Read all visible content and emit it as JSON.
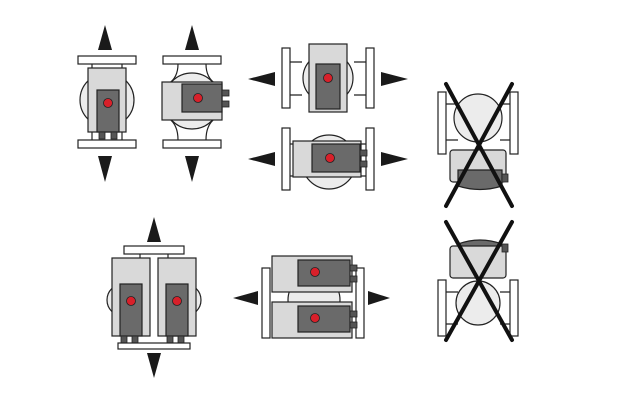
{
  "diagram": {
    "colors": {
      "motor": "#d9d9d9",
      "terminal_box": "#6a6a6a",
      "indicator_led": "#d8202a",
      "outline": "#222222",
      "arrow": "#1a1a1a",
      "cross": "#111111"
    },
    "allowed_positions": [
      "vertical-pipe-motor-horizontal",
      "vertical-pipe-box-side",
      "horizontal-pipe-box-front",
      "horizontal-pipe-box-side",
      "twin-pump-vertical",
      "twin-pump-horizontal"
    ],
    "forbidden_positions": [
      "motor-downward",
      "motor-upward"
    ]
  }
}
